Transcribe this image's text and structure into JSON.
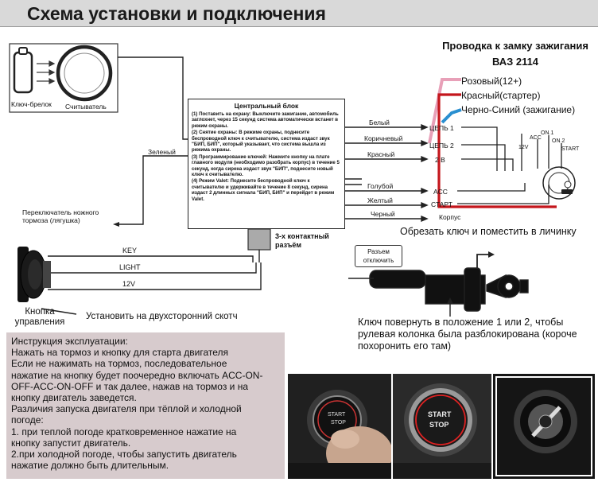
{
  "title": "Схема установки и подключения",
  "fob": {
    "keyfob_label": "Ключ-брелок",
    "reader_label": "Считыватель"
  },
  "central_block": {
    "title": "Центральный блок",
    "paragraphs": [
      "(1) Поставить на охрану: Выключите зажигание, автомобиль заглохнет, через 15 секунд система автоматически встанет в режим охраны.",
      "(2) Снятие охраны: В режиме охраны, поднесите беспроводной ключ к считывателю, система издаст звук \"БИП, БИП\", который указывает, что система вышла из режима охраны.",
      "(3) Программирование ключей: Нажмите кнопку на плате главного модуля (необходимо разобрать корпус) в течение 5 секунд, когда сирена издаст звук \"БИП\", поднесите новый ключ к считывателю.",
      "(4) Режим Valet: Поднесите беспроводной ключ к считывателю и удерживайте в течение 8 секунд, сирена издаст 2 длинных сигнала \"БИП, БИП\" и перейдет в режим Valet."
    ],
    "connector_label": "3-х контактный разъём"
  },
  "wires_left": {
    "green": "Зеленый",
    "brake_switch": "Переключатель ножного тормоза (лягушка)"
  },
  "wires_right": [
    "Белый",
    "Коричневый",
    "Красный",
    "Голубой",
    "Желтый",
    "Черный"
  ],
  "ignition_contacts": [
    "ЦЕПЬ 1",
    "ЦЕПЬ 2",
    "2 В",
    "ACC",
    "СТАРТ",
    "Корпус"
  ],
  "ignition_switch_labels": {
    "acc": "ACC",
    "on1": "ON.1",
    "on2": "ON.2",
    "v12": "12V",
    "start": "START"
  },
  "ignition_header": "Проводка к замку зажигания ВАЗ 2114",
  "ignition_wires": [
    "Розовый(12+)",
    "Красный(стартер)",
    "Черно-Синий (зажигание)"
  ],
  "cut_key_note": "Обрезать ключ и поместить в личинку",
  "button_wires": [
    "KEY",
    "LIGHT",
    "12V"
  ],
  "button_label": "Кнопка управления",
  "mount_note": "Установить на двухсторонний скотч",
  "disconnect_label": "Разъем отключить",
  "key_note": "Ключ повернуть в положение 1 или 2, чтобы рулевая колонка была разблокирована (короче похоронить его там)",
  "instructions": [
    "Инструкция эксплуатации:",
    "Нажать на тормоз и кнопку для старта двигателя",
    "Если не нажимать на тормоз, последовательное",
    "нажатие на кнопку будет поочередно включать ACC-ON-",
    "OFF-ACC-ON-OFF и так далее, нажав на тормоз и на",
    "кнопку двигатель заведется.",
    "Различия запуска двигателя при тёплой и холодной",
    "погоде:",
    "1. при теплой погоде кратковременное нажатие на",
    "кнопку запустит двигатель.",
    "2.при холодной погоде, чтобы запустить двигатель",
    "нажатие должно быть длительным."
  ],
  "photo_texts": {
    "start": "START",
    "stop": "STOP"
  },
  "colors": {
    "pink_wire": "#e8a0b8",
    "red_wire": "#c4161c",
    "blue_wire": "#2a8fd0",
    "instructions_bg": "#d7cbcd",
    "title_bg": "#d9d9d9"
  }
}
